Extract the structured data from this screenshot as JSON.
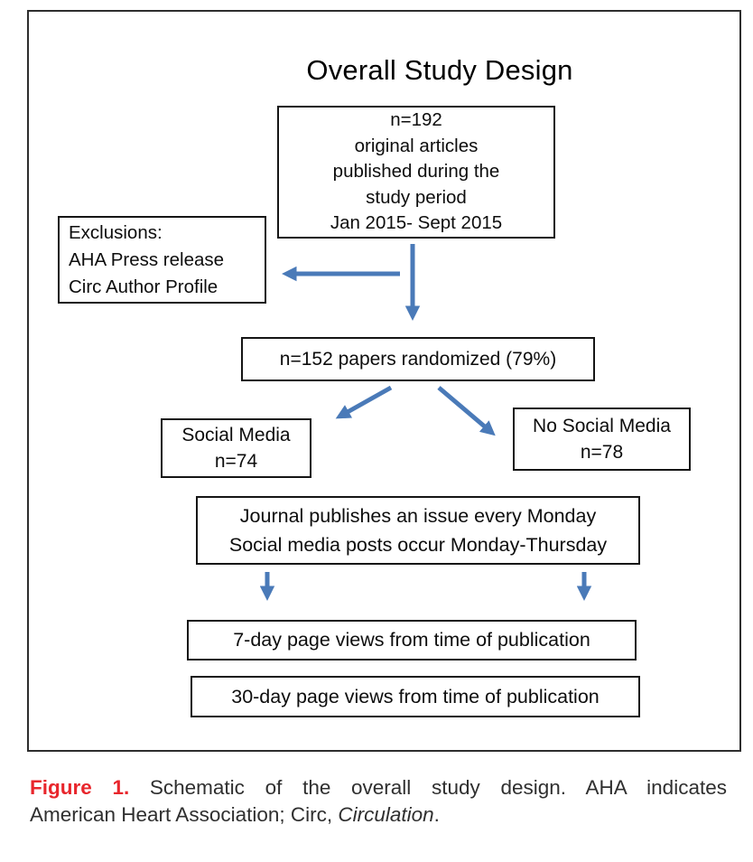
{
  "figure": {
    "title": "Overall Study Design",
    "boxes": {
      "top": {
        "lines": [
          "n=192",
          "original articles",
          "published during the",
          "study period",
          "Jan 2015- Sept 2015"
        ]
      },
      "exclusions": {
        "lines": [
          "Exclusions:",
          "AHA Press release",
          "Circ Author Profile"
        ]
      },
      "randomized": {
        "text": "n=152 papers randomized (79%)"
      },
      "social": {
        "lines": [
          "Social Media",
          "n=74"
        ]
      },
      "no_social": {
        "lines": [
          "No Social Media",
          "n=78"
        ]
      },
      "journal": {
        "lines": [
          "Journal publishes an issue every Monday",
          "Social media posts occur Monday-Thursday"
        ]
      },
      "views7": {
        "text": "7-day page views from time of publication"
      },
      "views30": {
        "text": "30-day page views from time of publication"
      }
    },
    "colors": {
      "arrow": "#4a7ab8",
      "box_border": "#000000",
      "figure_label_red": "#e8262c"
    }
  },
  "caption": {
    "label": "Figure 1.",
    "line1_rest": "Schematic of the overall study design. AHA indicates",
    "line2_start": "American Heart Association; Circ, ",
    "line2_italic": "Circulation",
    "line2_end": "."
  }
}
